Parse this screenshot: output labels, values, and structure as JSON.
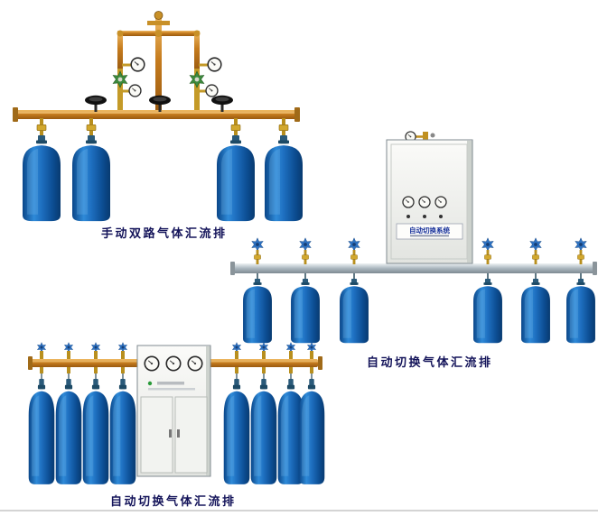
{
  "page": {
    "background": "#ffffff",
    "divider_color": "#d4d4d4"
  },
  "colors": {
    "page_bg": "#ffffff",
    "divider": "#d4d4d4",
    "caption": "#14145a",
    "cylinder_blue": "#1e6fc0",
    "copper_pipe": "#c67c1e",
    "aluminum_pipe": "#aab6be",
    "brass_fitting": "#c49a28",
    "regulator_green": "#3e8a3e",
    "handwheel_blue": "#2e72c2",
    "handwheel_black": "#111111",
    "cabinet_face": "#f0f1ee",
    "cabinet_label_blue": "#16309a"
  },
  "products": [
    {
      "id": "manual-dual-line-manifold",
      "caption": "手动双路气体汇流排",
      "cylinders": 4,
      "pressure_gauges": 4,
      "black_handwheels": 3,
      "regulators": 2
    },
    {
      "id": "auto-switch-manifold-wall-cabinet",
      "caption": "自动切换气体汇流排",
      "cabinet_label": "自动切换系统",
      "cylinders": 6,
      "pressure_gauges": 4
    },
    {
      "id": "auto-switch-manifold-floor-cabinet",
      "caption": "自动切换气体汇流排",
      "cylinders": 8,
      "pressure_gauges": 3
    }
  ]
}
